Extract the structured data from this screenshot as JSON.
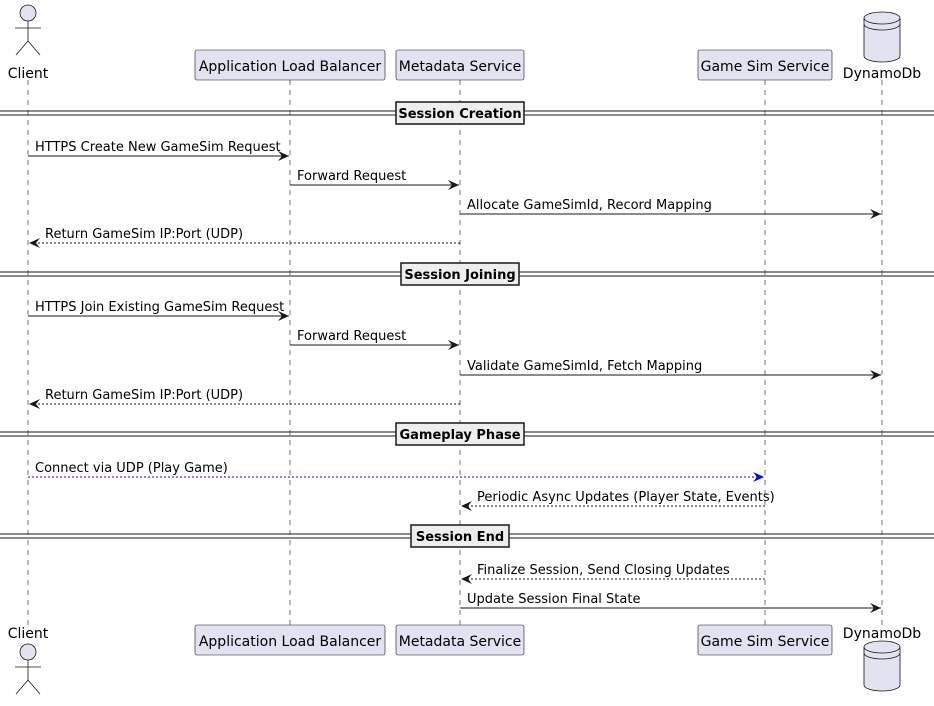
{
  "participants": [
    {
      "id": "client",
      "label": "Client",
      "kind": "actor"
    },
    {
      "id": "alb",
      "label": "Application Load Balancer",
      "kind": "box"
    },
    {
      "id": "meta",
      "label": "Metadata Service",
      "kind": "box"
    },
    {
      "id": "gamesim",
      "label": "Game Sim Service",
      "kind": "box"
    },
    {
      "id": "ddb",
      "label": "DynamoDb",
      "kind": "database"
    }
  ],
  "sections": [
    {
      "title": "Session Creation",
      "messages": [
        {
          "from": "client",
          "to": "alb",
          "label": "HTTPS Create New GameSim Request",
          "style": "solid"
        },
        {
          "from": "alb",
          "to": "meta",
          "label": "Forward Request",
          "style": "solid"
        },
        {
          "from": "meta",
          "to": "ddb",
          "label": "Allocate GameSimId, Record Mapping",
          "style": "solid"
        },
        {
          "from": "meta",
          "to": "client",
          "label": "Return GameSim IP:Port (UDP)",
          "style": "dashed"
        }
      ]
    },
    {
      "title": "Session Joining",
      "messages": [
        {
          "from": "client",
          "to": "alb",
          "label": "HTTPS Join Existing GameSim Request",
          "style": "solid"
        },
        {
          "from": "alb",
          "to": "meta",
          "label": "Forward Request",
          "style": "solid"
        },
        {
          "from": "meta",
          "to": "ddb",
          "label": "Validate GameSimId, Fetch Mapping",
          "style": "solid"
        },
        {
          "from": "meta",
          "to": "client",
          "label": "Return GameSim IP:Port (UDP)",
          "style": "dashed"
        }
      ]
    },
    {
      "title": "Gameplay Phase",
      "messages": [
        {
          "from": "client",
          "to": "gamesim",
          "label": "Connect via UDP (Play Game)",
          "style": "dashed",
          "color": "#0000ff"
        },
        {
          "from": "gamesim",
          "to": "meta",
          "label": "Periodic Async Updates (Player State, Events)",
          "style": "dashed"
        }
      ]
    },
    {
      "title": "Session End",
      "messages": [
        {
          "from": "gamesim",
          "to": "meta",
          "label": "Finalize Session, Send Closing Updates",
          "style": "dashed"
        },
        {
          "from": "meta",
          "to": "ddb",
          "label": "Update Session Final State",
          "style": "solid"
        }
      ]
    }
  ],
  "colors": {
    "participant_fill": "#e2e2f0",
    "participant_border": "#181818",
    "lifeline": "#181818",
    "arrow": "#181818",
    "udp_arrow": "#0000ff"
  }
}
